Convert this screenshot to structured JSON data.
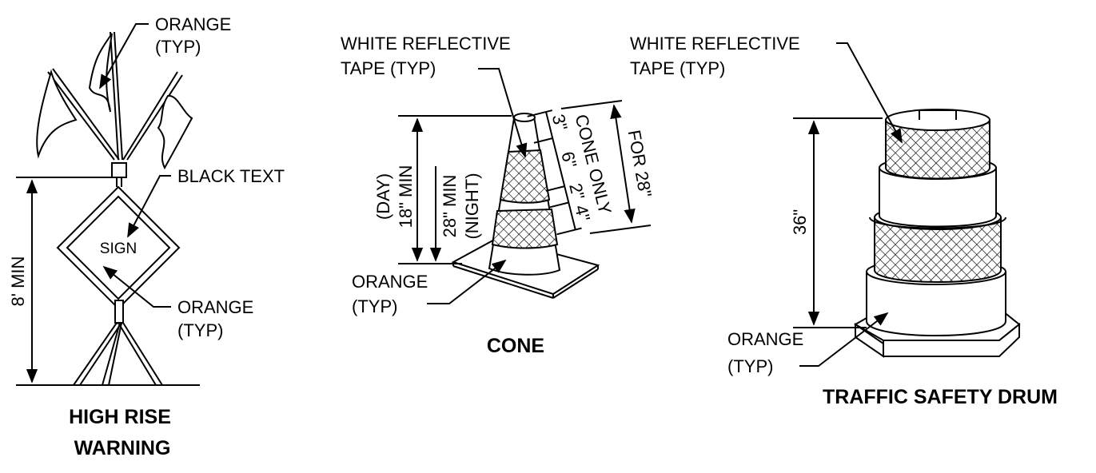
{
  "high_rise": {
    "flag_label_1": "ORANGE",
    "flag_label_2": "(TYP)",
    "black_text": "BLACK TEXT",
    "sign_text": "SIGN",
    "sign_label_1": "ORANGE",
    "sign_label_2": "(TYP)",
    "height_dim": "8' MIN",
    "title_1": "HIGH RISE",
    "title_2": "WARNING"
  },
  "cone": {
    "tape_label_1": "WHITE REFLECTIVE",
    "tape_label_2": "TAPE (TYP)",
    "dim_day_1": "(DAY)",
    "dim_day_2": "18\" MIN",
    "dim_night_1": "28\" MIN",
    "dim_night_2": "(NIGHT)",
    "band_3": "3\"",
    "band_6": "6\"",
    "band_2": "2\"",
    "band_4": "4\"",
    "cone_only": "CONE ONLY",
    "for_28": "FOR 28\"",
    "orange_1": "ORANGE",
    "orange_2": "(TYP)",
    "title": "CONE"
  },
  "drum": {
    "tape_label_1": "WHITE REFLECTIVE",
    "tape_label_2": "TAPE (TYP)",
    "height_dim": "36\"",
    "orange_1": "ORANGE",
    "orange_2": "(TYP)",
    "title": "TRAFFIC SAFETY DRUM"
  }
}
